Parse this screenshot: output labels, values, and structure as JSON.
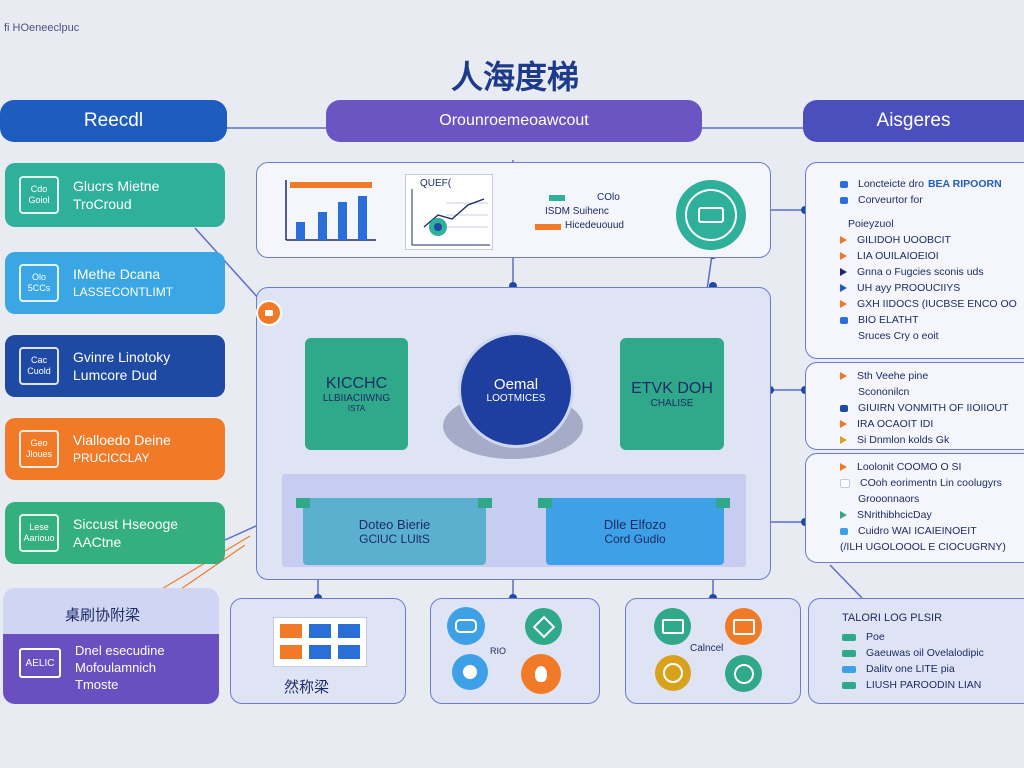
{
  "corner_label": "fi HOeneeclpuc",
  "title": "人海度梯",
  "top_pills": {
    "left": "Reecdl",
    "center": "Orounroemeoawcout",
    "right": "Aisgeres"
  },
  "left_cards": [
    {
      "badge": [
        "Cdo",
        "Goiol"
      ],
      "lines": [
        "Glucrs Mietne",
        "TroCroud"
      ],
      "color": "#2fb09a"
    },
    {
      "badge": [
        "Olo",
        "5CCs"
      ],
      "lines": [
        "IMethe Dcana",
        "LASSECONTLIMT"
      ],
      "color": "#3aa6e3"
    },
    {
      "badge": [
        "Cac",
        "Cuold"
      ],
      "lines": [
        "Gvinre Linotoky",
        "Lumcore Dud"
      ],
      "color": "#1e4aa4"
    },
    {
      "badge": [
        "Geo",
        "Jloues"
      ],
      "lines": [
        "Vialloedo Deine",
        "PRUCICCLAY"
      ],
      "color": "#f07a28"
    },
    {
      "badge": [
        "Lese",
        "Aariouo"
      ],
      "lines": [
        "Siccust Hseooge",
        "AACtne"
      ],
      "color": "#34b07e"
    }
  ],
  "bottom_left": {
    "header": "桌刷协附梁",
    "badge": "AELIC",
    "lines": [
      "Dnel esecudine",
      "Mofoulamnich",
      "Tmoste"
    ]
  },
  "top_strip": {
    "chart_label": "QUEF(",
    "legend_lines": [
      "COlo",
      "ISDM Suihenc",
      "Hicedeuouud"
    ]
  },
  "center_node": {
    "line1": "Oemal",
    "line2": "LOOTMICES"
  },
  "left_node": {
    "line1": "KICCHC",
    "line2": "LLBIIACIIWNG",
    "line3": "ISTA"
  },
  "right_node": {
    "line1": "ETVK DOH",
    "line2": "CHALISE"
  },
  "lower_boxes": [
    {
      "line1": "Doteo Bierie",
      "line2": "GClUC LUltS"
    },
    {
      "line1": "Dlle Elfozo",
      "line2": "Cord Gudlo"
    }
  ],
  "bottom_mid_label": "然称梁",
  "bottom_icons_label": "RIO",
  "bottom_right_label": "Calncel",
  "right_panel_1": {
    "rows": [
      {
        "text": "Loncteicte dro",
        "accent": "BEA RIPOORN"
      },
      {
        "text": "Corveurtor for",
        "accent": ""
      }
    ],
    "subhead": "Poieyzuol",
    "items": [
      "GILIDOH UOOBCIT",
      "LIA OUILAIOEIOI",
      "Gnna o Fugcies sconis uds",
      "UH ayy PROOUCIIYS",
      "GXH IIDOCS   (IUCBSE ENCO OO",
      "BIO ELATHT",
      "Sruces Cry o eoit"
    ]
  },
  "right_panel_2": {
    "items": [
      "Sth Veehe pine",
      "Scononilcn",
      "GIUIRN VONMITH OF IIOIIOUT",
      "IRA OCAOIT IDI",
      "Si Dnmlon kolds Gk"
    ]
  },
  "right_panel_3": {
    "items": [
      "Loolonit COOMO O SI",
      "COoh eorimentn Lin coolugyrs",
      "Grooonnaors",
      "SNrithibhcicDay",
      "Cuidro WAI ICAIEINOEIT",
      "(/ILH UGOLOOOL E CIOCUGRNY)"
    ]
  },
  "bottom_right_panel": {
    "header": "TALORI LOG PLSIR",
    "items": [
      "Poe",
      "Gaeuwas oil Ovelalodipic",
      "Dalitv one LITE pia",
      "LIUSH PAROODIN LIAN"
    ]
  },
  "colors": {
    "blue": "#1e4aa4",
    "purple": "#6a55c2",
    "green": "#2fa98a",
    "orange": "#f07a28",
    "sky": "#3aa6e3",
    "navy": "#1d2b66"
  }
}
